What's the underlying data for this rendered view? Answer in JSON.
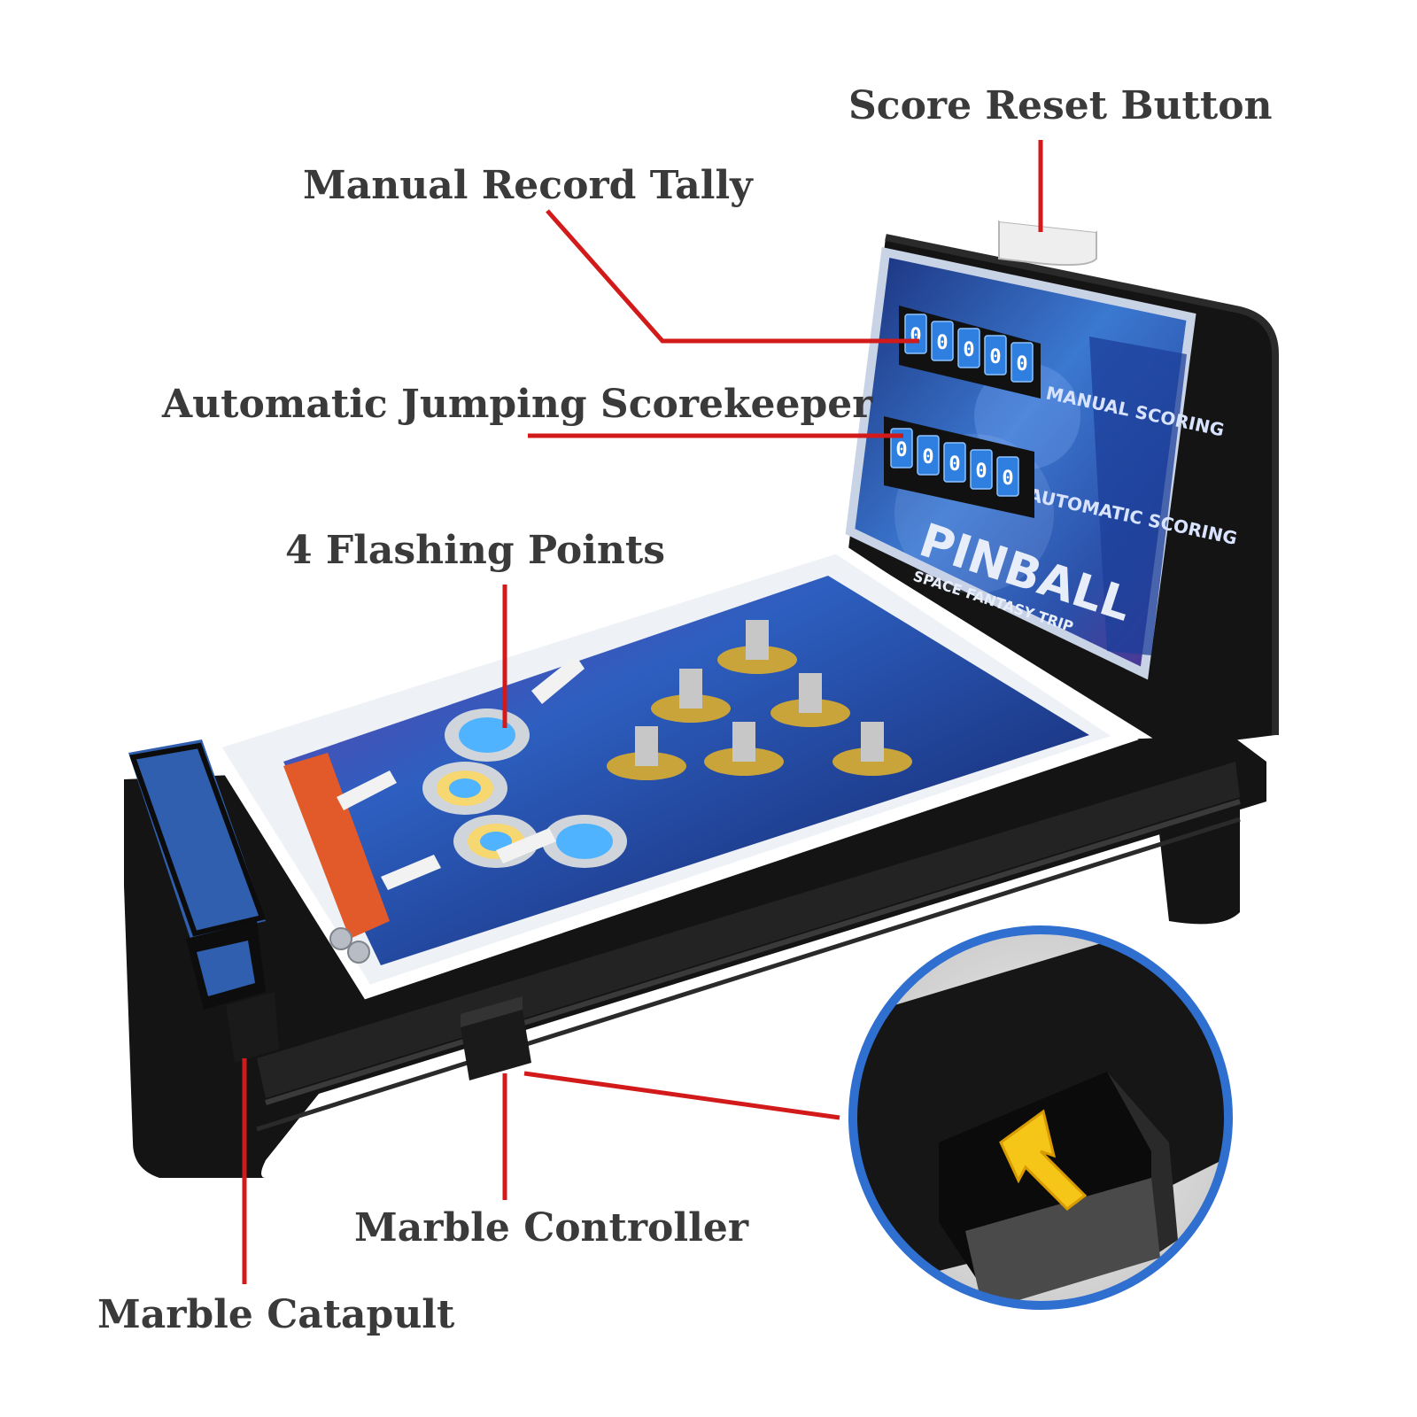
{
  "callouts": {
    "score_reset_button": "Score Reset Button",
    "manual_record_tally": "Manual Record Tally",
    "automatic_jumping_scorekeeper": "Automatic Jumping Scorekeeper",
    "flashing_points": "4 Flashing Points",
    "marble_controller": "Marble Controller",
    "marble_catapult": "Marble Catapult"
  },
  "backboard": {
    "manual_scoring_label": "MANUAL SCORING",
    "automatic_scoring_label": "AUTOMATIC SCORING",
    "logo": "PINBALL",
    "logo_subtitle": "SPACE FANTASY TRIP"
  },
  "counters": {
    "manual_digits": [
      "0",
      "0",
      "0",
      "0",
      "0"
    ],
    "automatic_digits": [
      "0",
      "0",
      "0",
      "0",
      "0"
    ]
  },
  "colors": {
    "callout_line": "#d21a1a",
    "label_text": "#3a3a3a",
    "cabinet": "#141414",
    "space_blue": "#2b5fb0",
    "zoom_ring": "#2f6fd0",
    "arrow": "#f5c518"
  }
}
